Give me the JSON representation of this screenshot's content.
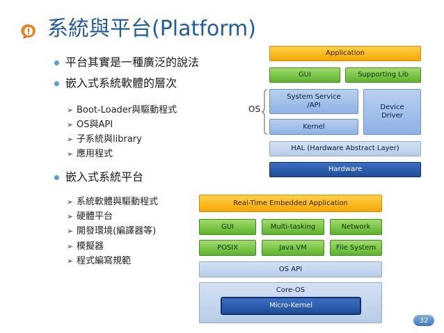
{
  "title": "系統與平台(Platform)",
  "bullets": {
    "b1": "平台其實是一種廣泛的說法",
    "b2": "嵌入式系統軟體的層次",
    "b2_subs": [
      "Boot-Loader與驅動程式",
      "OS與API",
      "子系統與library",
      "應用程式"
    ],
    "b3": "嵌入式系統平台",
    "b3_subs": [
      "系統軟體與驅動程式",
      "硬體平台",
      "開發環境(編譯器等)",
      "模擬器",
      "程式編寫規範"
    ]
  },
  "diagram1": {
    "application": "Application",
    "gui": "GUI",
    "supporting_lib": "Supporting Lib",
    "system_service": "System Service\n/API",
    "device_driver": "Device\nDriver",
    "kernel": "Kernel",
    "hal": "HAL (Hardware Abstract Layer)",
    "hardware": "Hardware",
    "os_label": "OS"
  },
  "diagram2": {
    "rt_app": "Real-Time Embedded Application",
    "gui": "GUI",
    "multitasking": "Multi-tasking",
    "network": "Network",
    "posix": "POSIX",
    "javavm": "Java VM",
    "filesystem": "File System",
    "osapi": "OS API",
    "coreos": "Core-OS",
    "microkernel": "Micro-Kernel"
  },
  "page_number": "32"
}
